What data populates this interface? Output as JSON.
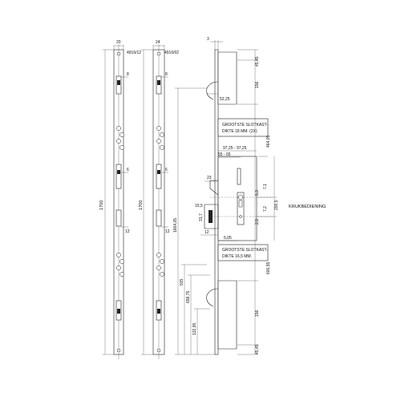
{
  "bar1": {
    "width": "20",
    "code": "4916/12",
    "length": "1700",
    "dim_top": "8",
    "dim_mid": "6",
    "dim_low": "12"
  },
  "bar2": {
    "width": "24",
    "code": "4916/02",
    "length": "1700",
    "dim_top": "8",
    "dim_mid": "6",
    "dim_low": "12"
  },
  "lock": {
    "top_width": "3",
    "dims_right": [
      "45,45",
      "156",
      "464,05",
      "7,1",
      "5,3",
      "200,5",
      "7,2",
      "2,9",
      "600,55",
      "156",
      "45,45"
    ],
    "dims_left": [
      "1664,05",
      "915",
      "658,75",
      "132,95"
    ],
    "hook_offset": "52,25",
    "backset": "97,25 - 97,25",
    "range": "55 - 65",
    "dim_23": "23",
    "dim_155": "15,5",
    "dim_317": "31,7",
    "dim_12": "12",
    "dim_605": "6,05",
    "note_upper": "GROOTSTE SLOTKAST-\nDIKTE 18 MM. (2X)",
    "note_lower": "GROOTSTE SLOTKAST-\nDIKTE 16,5 MM.",
    "handle_label": "KRUKBEDIENING"
  },
  "colors": {
    "line": "#222222",
    "background": "#ffffff"
  }
}
